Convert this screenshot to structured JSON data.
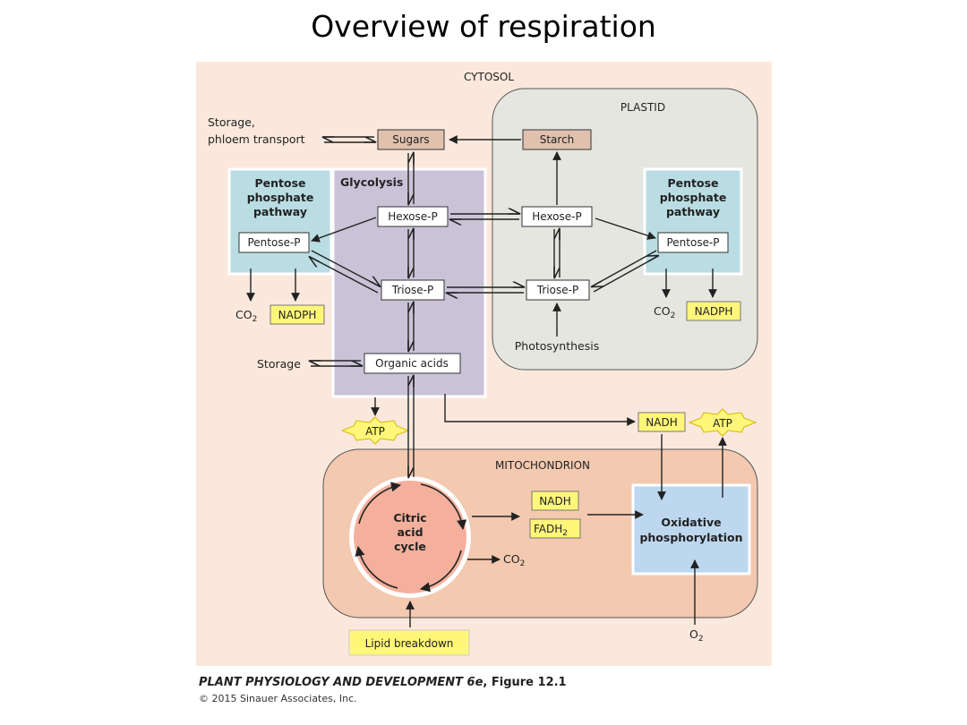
{
  "slide_title": "Overview of respiration",
  "compartments": {
    "cytosol": "CYTOSOL",
    "plastid": "PLASTID",
    "mitochondrion": "MITOCHONDRION"
  },
  "pathways": {
    "glycolysis": "Glycolysis",
    "ppp_left": [
      "Pentose",
      "phosphate",
      "pathway"
    ],
    "ppp_right": [
      "Pentose",
      "phosphate",
      "pathway"
    ],
    "citric_acid_cycle": [
      "Citric",
      "acid",
      "cycle"
    ],
    "oxidative_phosphorylation": [
      "Oxidative",
      "phosphorylation"
    ]
  },
  "metabolites": {
    "sugars": "Sugars",
    "starch": "Starch",
    "hexose_p": "Hexose-P",
    "hexose_p_plastid": "Hexose-P",
    "triose_p": "Triose-P",
    "triose_p_plastid": "Triose-P",
    "pentose_p_left": "Pentose-P",
    "pentose_p_right": "Pentose-P",
    "organic_acids": "Organic acids",
    "lipid_breakdown": "Lipid breakdown"
  },
  "cofactors": {
    "nadph": "NADPH",
    "nadh": "NADH",
    "atp": "ATP",
    "fadh2_base": "FADH",
    "fadh2_sub": "2",
    "co2_base": "CO",
    "co2_sub": "2",
    "o2_base": "O",
    "o2_sub": "2"
  },
  "labels": {
    "storage_phloem": [
      "Storage,",
      "phloem transport"
    ],
    "storage": "Storage",
    "photosynthesis": "Photosynthesis"
  },
  "caption": {
    "book": "PLANT PHYSIOLOGY AND DEVELOPMENT 6e",
    "figure": ", Figure 12.1",
    "copyright": "© 2015 Sinauer Associates, Inc."
  },
  "colors": {
    "cytosol": "#fbe8dc",
    "plastid": "#e6e6e0",
    "mitochondrion": "#f3c9b0",
    "glycolysis": "#cac3d8",
    "ppp": "#b9dde3",
    "citric_cycle": "#f4b09c",
    "oxphos": "#bdd7ef",
    "highlight": "#fff67a",
    "sugar_box": "#e0c1ae"
  }
}
